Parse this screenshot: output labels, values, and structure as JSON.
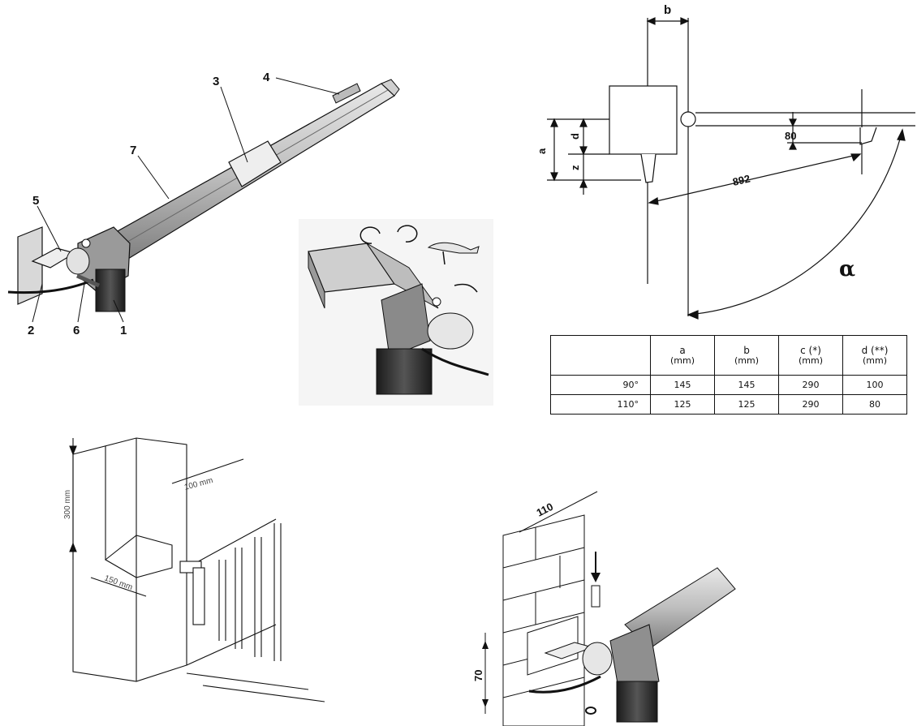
{
  "part_labels": [
    "1",
    "2",
    "3",
    "4",
    "5",
    "6",
    "7"
  ],
  "schematic": {
    "b": "b",
    "a": "a",
    "d": "d",
    "z": "z",
    "dim_80": "80",
    "dim_892": "892",
    "alpha": "α"
  },
  "pillar": {
    "dim_100": "100 mm",
    "dim_300": "300 mm",
    "dim_150": "150 mm"
  },
  "wall_mount": {
    "dim_110": "110",
    "dim_70": "70"
  },
  "table": {
    "headers": [
      {
        "symbol": "a",
        "unit": "(mm)"
      },
      {
        "symbol": "b",
        "unit": "(mm)"
      },
      {
        "symbol": "c (*)",
        "unit": "(mm)"
      },
      {
        "symbol": "d (**)",
        "unit": "(mm)"
      }
    ],
    "rows": [
      {
        "angle": "90°",
        "values": [
          "145",
          "145",
          "290",
          "100"
        ]
      },
      {
        "angle": "110°",
        "values": [
          "125",
          "125",
          "290",
          "80"
        ]
      }
    ]
  },
  "colors": {
    "line": "#111111",
    "body_gray": "#a9a9a9",
    "dark_gray": "#555555",
    "motor": "#2b2b2b"
  }
}
